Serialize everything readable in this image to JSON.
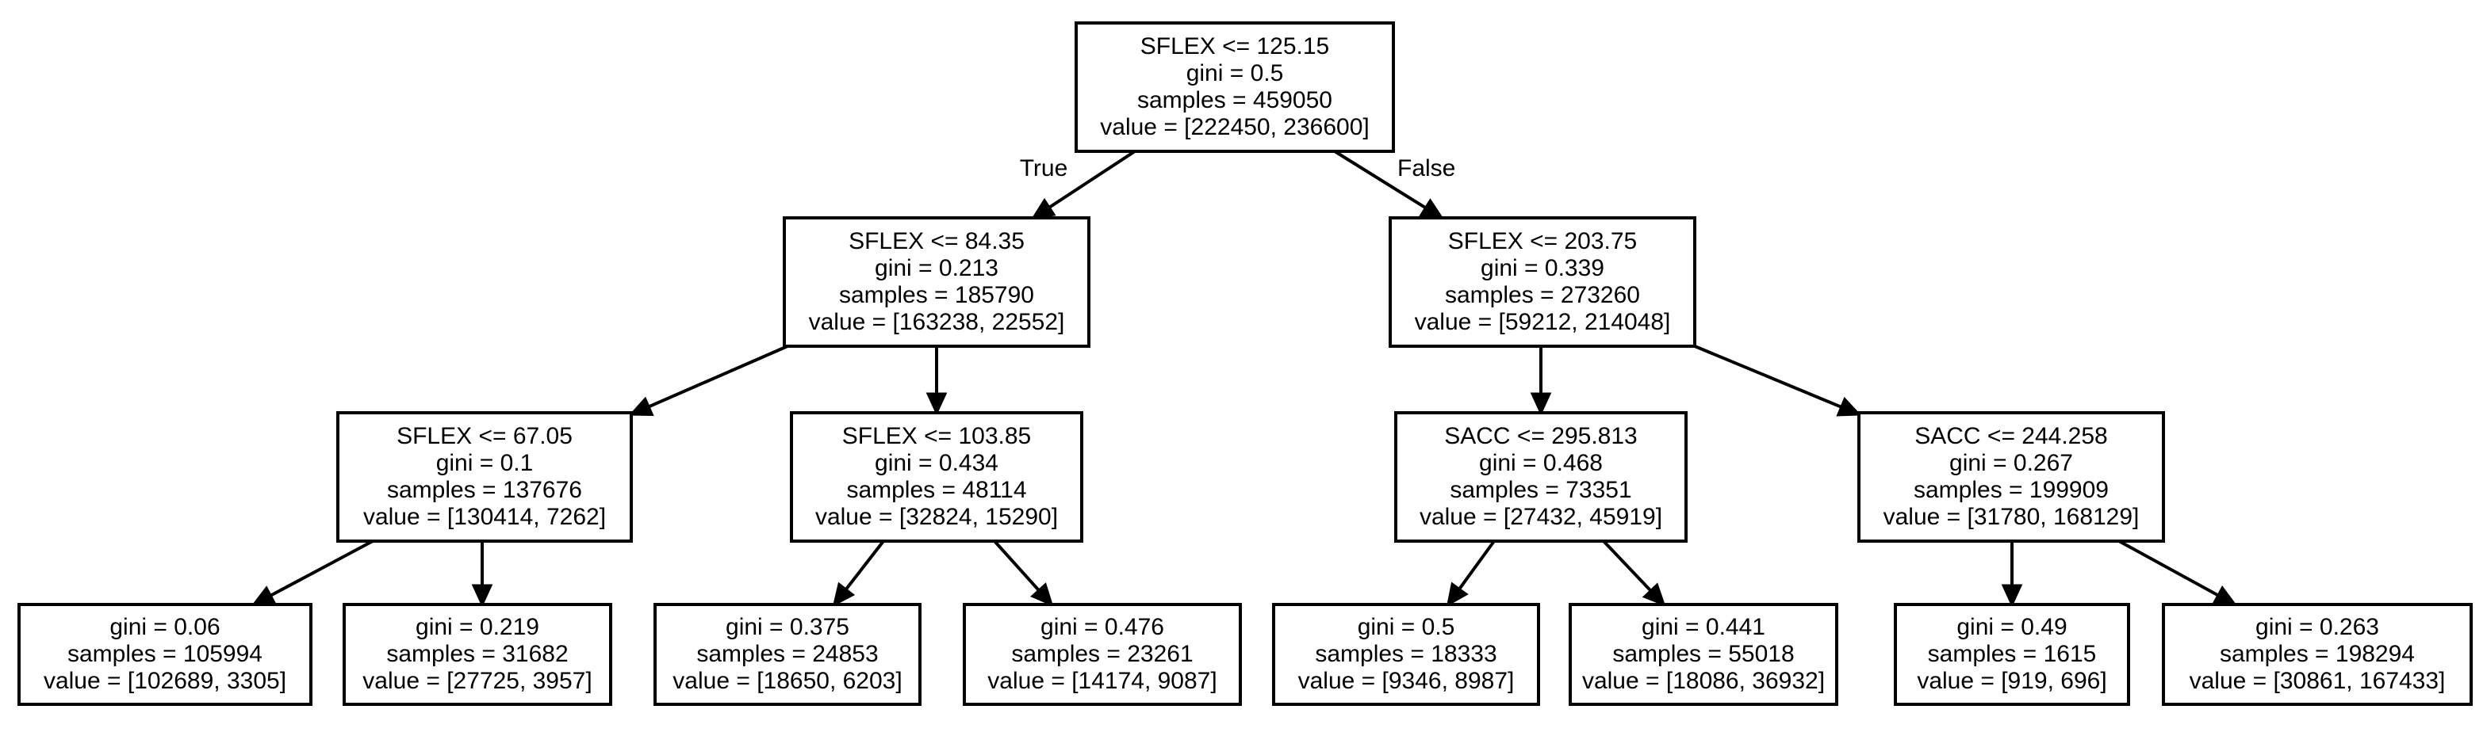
{
  "tree": {
    "nodes": [
      {
        "id": "n0",
        "lines": [
          "SFLEX <= 125.15",
          "gini = 0.5",
          "samples = 459050",
          "value = [222450, 236600]"
        ]
      },
      {
        "id": "n1",
        "lines": [
          "SFLEX <= 84.35",
          "gini = 0.213",
          "samples = 185790",
          "value = [163238, 22552]"
        ]
      },
      {
        "id": "n2",
        "lines": [
          "SFLEX <= 203.75",
          "gini = 0.339",
          "samples = 273260",
          "value = [59212, 214048]"
        ]
      },
      {
        "id": "n3",
        "lines": [
          "SFLEX <= 67.05",
          "gini = 0.1",
          "samples = 137676",
          "value = [130414, 7262]"
        ]
      },
      {
        "id": "n4",
        "lines": [
          "SFLEX <= 103.85",
          "gini = 0.434",
          "samples = 48114",
          "value = [32824, 15290]"
        ]
      },
      {
        "id": "n5",
        "lines": [
          "SACC <= 295.813",
          "gini = 0.468",
          "samples = 73351",
          "value = [27432, 45919]"
        ]
      },
      {
        "id": "n6",
        "lines": [
          "SACC <= 244.258",
          "gini = 0.267",
          "samples = 199909",
          "value = [31780, 168129]"
        ]
      },
      {
        "id": "n7",
        "lines": [
          "gini = 0.06",
          "samples = 105994",
          "value = [102689, 3305]"
        ]
      },
      {
        "id": "n8",
        "lines": [
          "gini = 0.219",
          "samples = 31682",
          "value = [27725, 3957]"
        ]
      },
      {
        "id": "n9",
        "lines": [
          "gini = 0.375",
          "samples = 24853",
          "value = [18650, 6203]"
        ]
      },
      {
        "id": "n10",
        "lines": [
          "gini = 0.476",
          "samples = 23261",
          "value = [14174, 9087]"
        ]
      },
      {
        "id": "n11",
        "lines": [
          "gini = 0.5",
          "samples = 18333",
          "value = [9346, 8987]"
        ]
      },
      {
        "id": "n12",
        "lines": [
          "gini = 0.441",
          "samples = 55018",
          "value = [18086, 36932]"
        ]
      },
      {
        "id": "n13",
        "lines": [
          "gini = 0.49",
          "samples = 1615",
          "value = [919, 696]"
        ]
      },
      {
        "id": "n14",
        "lines": [
          "gini = 0.263",
          "samples = 198294",
          "value = [30861, 167433]"
        ]
      }
    ],
    "edges": [
      {
        "from": "n0",
        "to": "n1",
        "label": "True"
      },
      {
        "from": "n0",
        "to": "n2",
        "label": "False"
      },
      {
        "from": "n1",
        "to": "n3",
        "label": ""
      },
      {
        "from": "n1",
        "to": "n4",
        "label": ""
      },
      {
        "from": "n2",
        "to": "n5",
        "label": ""
      },
      {
        "from": "n2",
        "to": "n6",
        "label": ""
      },
      {
        "from": "n3",
        "to": "n7",
        "label": ""
      },
      {
        "from": "n3",
        "to": "n8",
        "label": ""
      },
      {
        "from": "n4",
        "to": "n9",
        "label": ""
      },
      {
        "from": "n4",
        "to": "n10",
        "label": ""
      },
      {
        "from": "n5",
        "to": "n11",
        "label": ""
      },
      {
        "from": "n5",
        "to": "n12",
        "label": ""
      },
      {
        "from": "n6",
        "to": "n13",
        "label": ""
      },
      {
        "from": "n6",
        "to": "n14",
        "label": ""
      }
    ]
  }
}
